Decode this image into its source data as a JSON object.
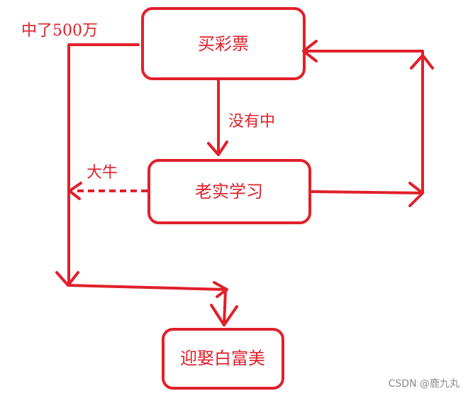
{
  "nodes": {
    "buy": "买彩票",
    "study": "老实学习",
    "marry": "迎娶白富美"
  },
  "edges": {
    "win": "中了500万",
    "lose": "没有中",
    "success": "大牛"
  },
  "watermark": "CSDN @鹿九丸",
  "colors": {
    "accent": "#e0202a"
  }
}
